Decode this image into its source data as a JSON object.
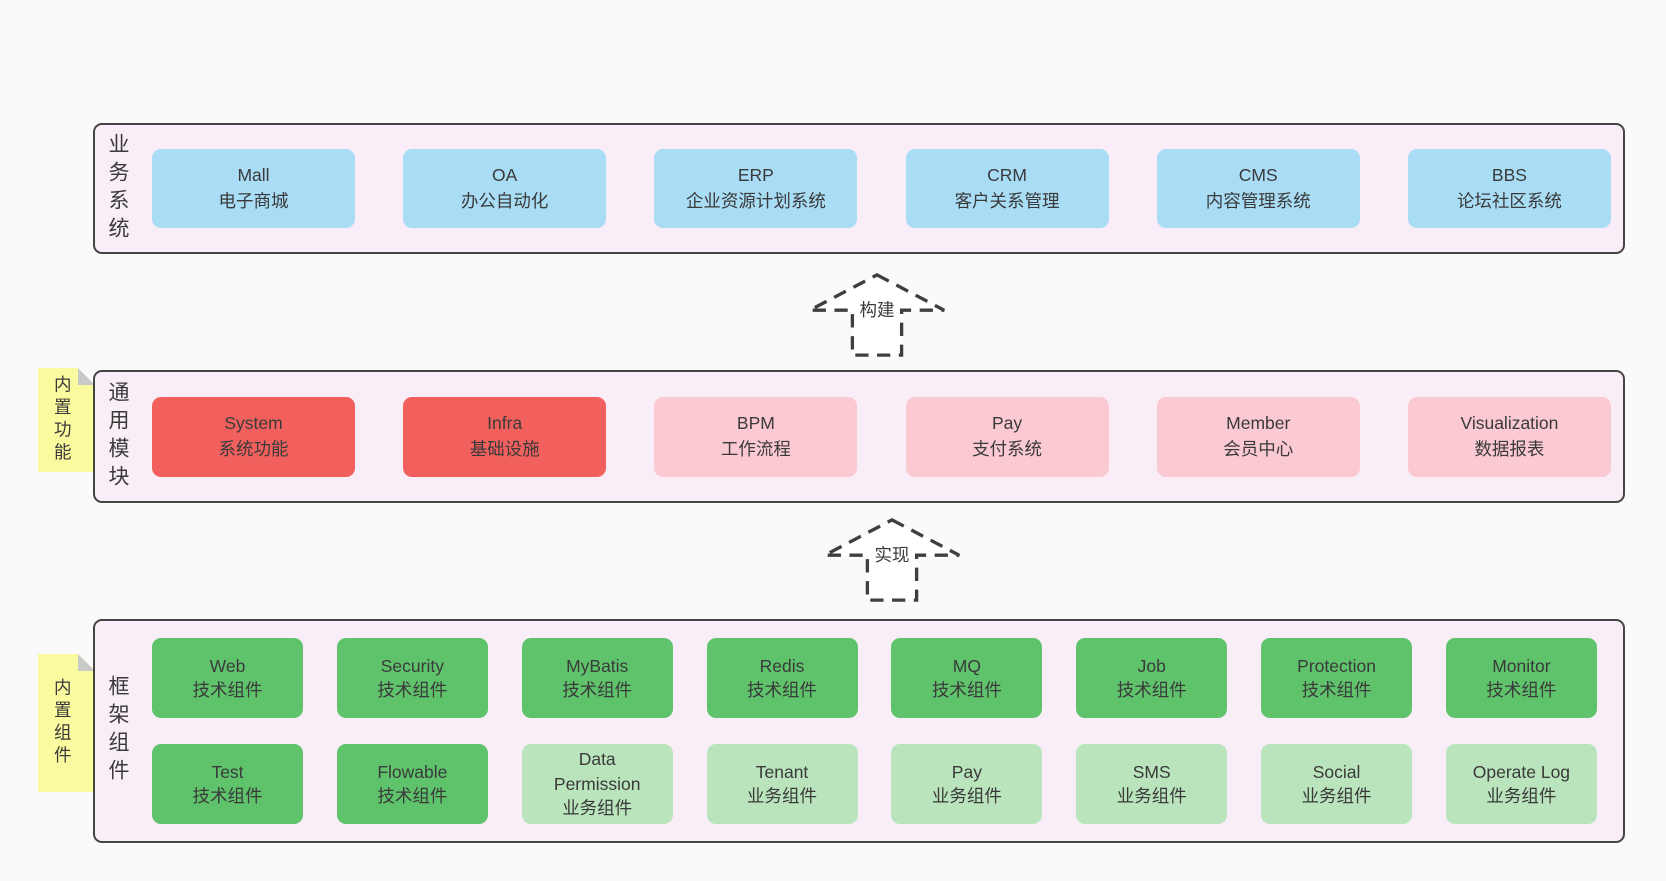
{
  "colors": {
    "page_bg": "#fafafa",
    "band_bg": "#f9eef7",
    "band_border": "#454545",
    "box_blue": "#a9dcf5",
    "box_red": "#f2605e",
    "box_pink": "#fbc9d2",
    "box_green": "#5fc36c",
    "box_light_green": "#b9e4bc",
    "note_yellow": "#fafa9e",
    "note_fold_gray": "#c9c9c9",
    "text": "#3a3a3a"
  },
  "arrows": [
    {
      "label": "构建"
    },
    {
      "label": "实现"
    }
  ],
  "bands": [
    {
      "label": "业务系统",
      "boxes": [
        {
          "name": "Mall",
          "desc": "电子商城",
          "variant": "blue"
        },
        {
          "name": "OA",
          "desc": "办公自动化",
          "variant": "blue"
        },
        {
          "name": "ERP",
          "desc": "企业资源计划系统",
          "variant": "blue"
        },
        {
          "name": "CRM",
          "desc": "客户关系管理",
          "variant": "blue"
        },
        {
          "name": "CMS",
          "desc": "内容管理系统",
          "variant": "blue"
        },
        {
          "name": "BBS",
          "desc": "论坛社区系统",
          "variant": "blue"
        }
      ]
    },
    {
      "label": "通用模块",
      "note": "内置功能",
      "boxes": [
        {
          "name": "System",
          "desc": "系统功能",
          "variant": "red"
        },
        {
          "name": "Infra",
          "desc": "基础设施",
          "variant": "red"
        },
        {
          "name": "BPM",
          "desc": "工作流程",
          "variant": "pink"
        },
        {
          "name": "Pay",
          "desc": "支付系统",
          "variant": "pink"
        },
        {
          "name": "Member",
          "desc": "会员中心",
          "variant": "pink"
        },
        {
          "name": "Visualization",
          "desc": "数据报表",
          "variant": "pink"
        }
      ]
    },
    {
      "label": "框架组件",
      "note": "内置组件",
      "rows": [
        [
          {
            "name": "Web",
            "desc": "技术组件",
            "variant": "green"
          },
          {
            "name": "Security",
            "desc": "技术组件",
            "variant": "green"
          },
          {
            "name": "MyBatis",
            "desc": "技术组件",
            "variant": "green"
          },
          {
            "name": "Redis",
            "desc": "技术组件",
            "variant": "green"
          },
          {
            "name": "MQ",
            "desc": "技术组件",
            "variant": "green"
          },
          {
            "name": "Job",
            "desc": "技术组件",
            "variant": "green"
          },
          {
            "name": "Protection",
            "desc": "技术组件",
            "variant": "green"
          },
          {
            "name": "Monitor",
            "desc": "技术组件",
            "variant": "green"
          }
        ],
        [
          {
            "name": "Test",
            "desc": "技术组件",
            "variant": "green"
          },
          {
            "name": "Flowable",
            "desc": "技术组件",
            "variant": "green"
          },
          {
            "name": "Data Permission",
            "desc": "业务组件",
            "variant": "lightgreen"
          },
          {
            "name": "Tenant",
            "desc": "业务组件",
            "variant": "lightgreen"
          },
          {
            "name": "Pay",
            "desc": "业务组件",
            "variant": "lightgreen"
          },
          {
            "name": "SMS",
            "desc": "业务组件",
            "variant": "lightgreen"
          },
          {
            "name": "Social",
            "desc": "业务组件",
            "variant": "lightgreen"
          },
          {
            "name": "Operate Log",
            "desc": "业务组件",
            "variant": "lightgreen"
          }
        ]
      ]
    }
  ]
}
